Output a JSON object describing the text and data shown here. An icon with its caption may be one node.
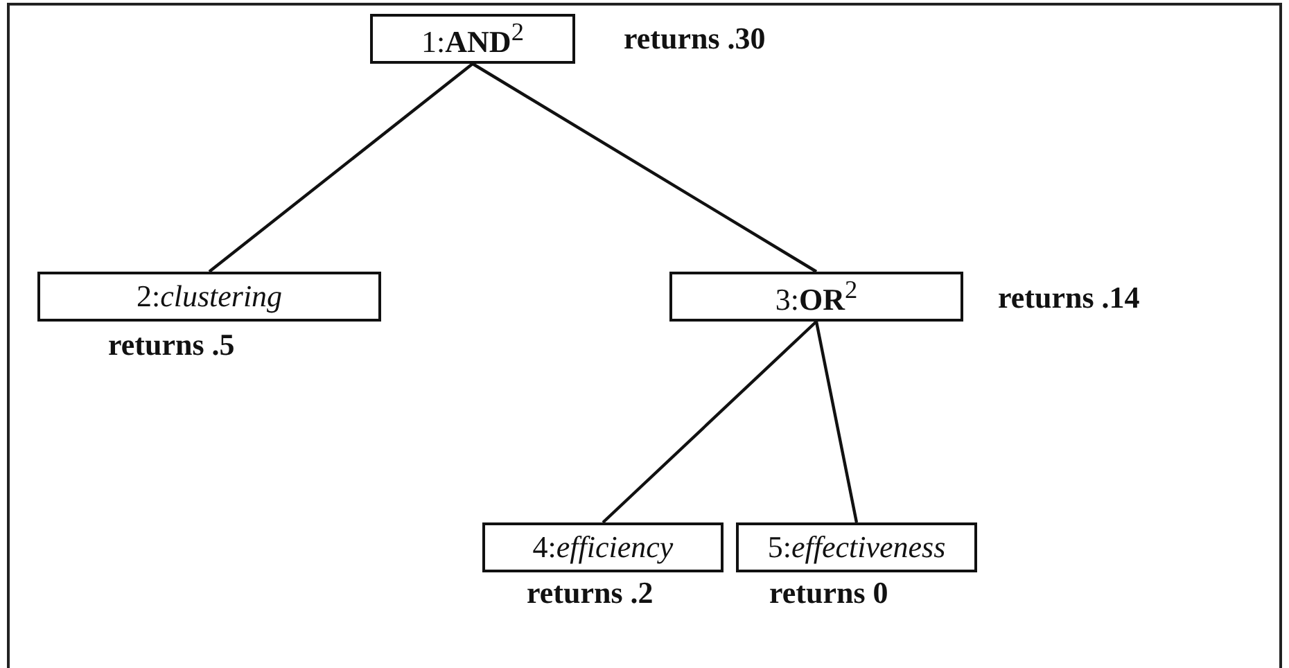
{
  "diagram": {
    "nodes": [
      {
        "text": [
          "1:**AND**$^{2}$"
        ],
        "beside": [
          "returns .30"
        ]
      },
      {
        "text": [
          "2:*clustering*"
        ],
        "beside": [
          "returns .5"
        ]
      },
      {
        "text": [
          "3:**OR**$^{2}$"
        ],
        "beside": [
          "returns .14"
        ]
      },
      {
        "text": [
          "4:*efficiency*"
        ],
        "beside": [
          "returns .2"
        ]
      },
      {
        "text": [
          "5:*effectiveness*"
        ],
        "beside": [
          "returns 0"
        ]
      }
    ],
    "edges": [
      {
        "from": 0,
        "to": 1,
        "arrow": "none"
      },
      {
        "from": 0,
        "to": 2,
        "arrow": "none"
      },
      {
        "from": 2,
        "to": 3,
        "arrow": "none"
      },
      {
        "from": 2,
        "to": 4,
        "arrow": "none"
      }
    ]
  }
}
